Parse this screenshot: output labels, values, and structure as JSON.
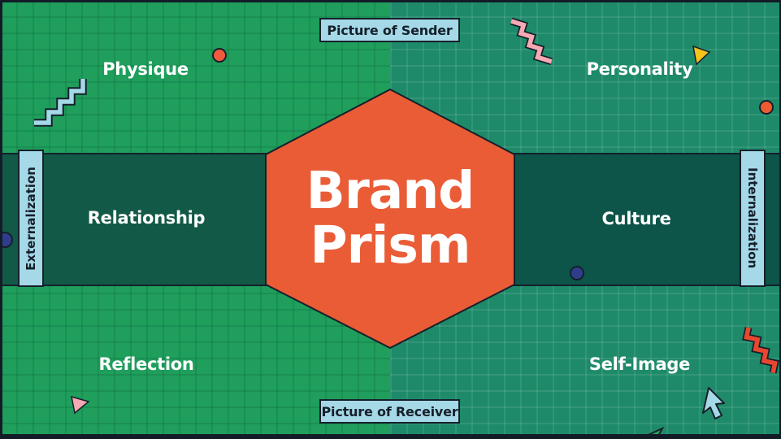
{
  "diagram": {
    "title_line1": "Brand",
    "title_line2": "Prism",
    "facets": {
      "physique": "Physique",
      "personality": "Personality",
      "relationship": "Relationship",
      "culture": "Culture",
      "reflection": "Reflection",
      "self_image": "Self-Image"
    },
    "badges": {
      "sender": "Picture of Sender",
      "receiver": "Picture of Receiver",
      "externalization": "Externalization",
      "internalization": "Internalization"
    },
    "colors": {
      "left_background": "#1F9E5C",
      "right_background": "#1E8A69",
      "band_left": "#135947",
      "band_right": "#0D5449",
      "hexagon_fill": "#E95C36",
      "badge_background": "#A6D9E7",
      "outline_dark": "#15202B",
      "label_text": "#FFFFFF",
      "deco_pink": "#F5A9B2",
      "deco_red": "#E8472F",
      "deco_yellow": "#F6C21C",
      "deco_indigo": "#2F3E8A",
      "deco_lightblue": "#A6D9E7"
    },
    "decorations": [
      "staircase-zigzag-lightblue-top-left",
      "staircase-zigzag-pink-top-right",
      "staircase-zigzag-red-bottom-right",
      "circle-red-top-left",
      "circle-orange-top-right",
      "circle-indigo-left-edge",
      "circle-indigo-on-band",
      "triangle-yellow-top-right",
      "triangle-pink-bottom-left",
      "triangle-green-bottom-right",
      "cursor-arrow-bottom-right"
    ]
  }
}
